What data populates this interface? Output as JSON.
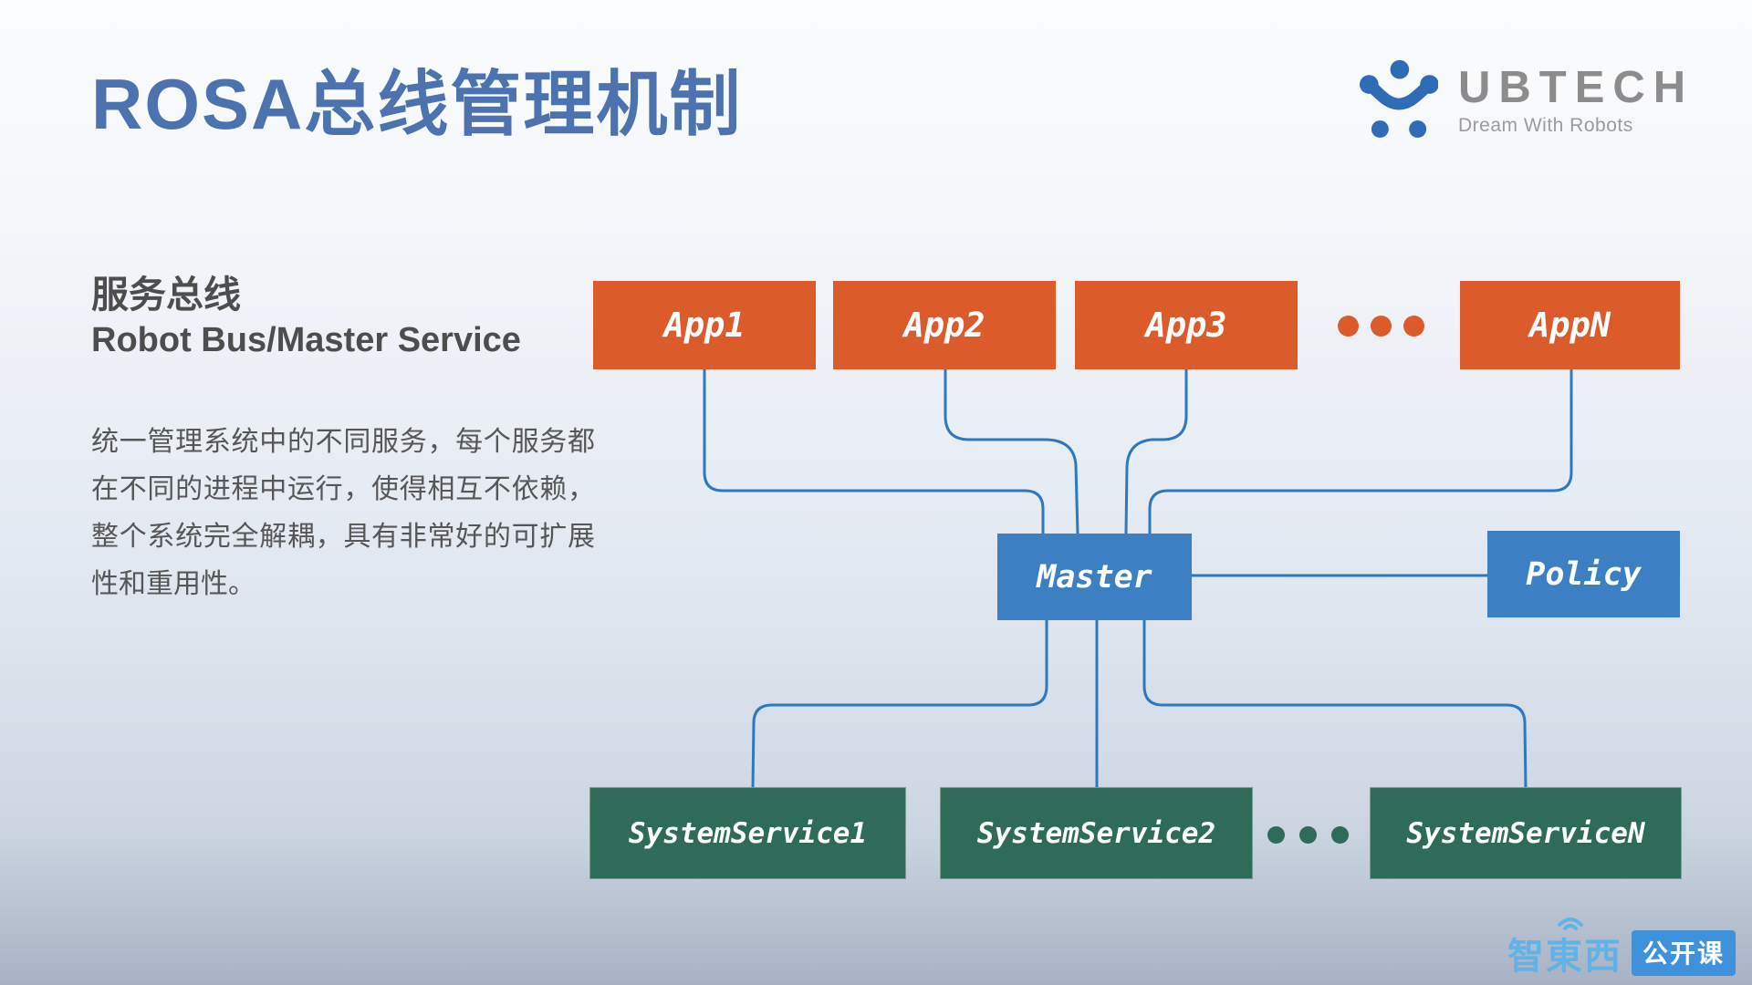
{
  "slide_title": "ROSA总线管理机制",
  "brand": {
    "name": "UBTECH",
    "tagline": "Dream With Robots"
  },
  "panel": {
    "heading_zh": "服务总线",
    "heading_en": "Robot Bus/Master Service",
    "description": "统一管理系统中的不同服务，每个服务都在不同的进程中运行，使得相互不依赖，整个系统完全解耦，具有非常好的可扩展性和重用性。"
  },
  "diagram": {
    "type": "block-diagram",
    "app_nodes": [
      {
        "label": "App1"
      },
      {
        "label": "App2"
      },
      {
        "label": "App3"
      },
      {
        "label": "AppN"
      }
    ],
    "master_label": "Master",
    "policy_label": "Policy",
    "service_nodes": [
      {
        "label": "SystemService1"
      },
      {
        "label": "SystemService2"
      },
      {
        "label": "SystemServiceN"
      }
    ],
    "ellipsis_top": "app-row-ellipsis",
    "ellipsis_bottom": "service-row-ellipsis",
    "colors": {
      "app_fill": "#dc5b2b",
      "master_fill": "#3c80c3",
      "service_fill": "#2e6b58",
      "connector": "#2e78c0",
      "title": "#4c73b0",
      "brand_blue": "#2e6cb5",
      "watermark_blue": "#5fb3e8",
      "badge_blue": "#3e92dc"
    }
  },
  "watermark": {
    "logo_text": "智東西",
    "badge_label": "公开课"
  }
}
